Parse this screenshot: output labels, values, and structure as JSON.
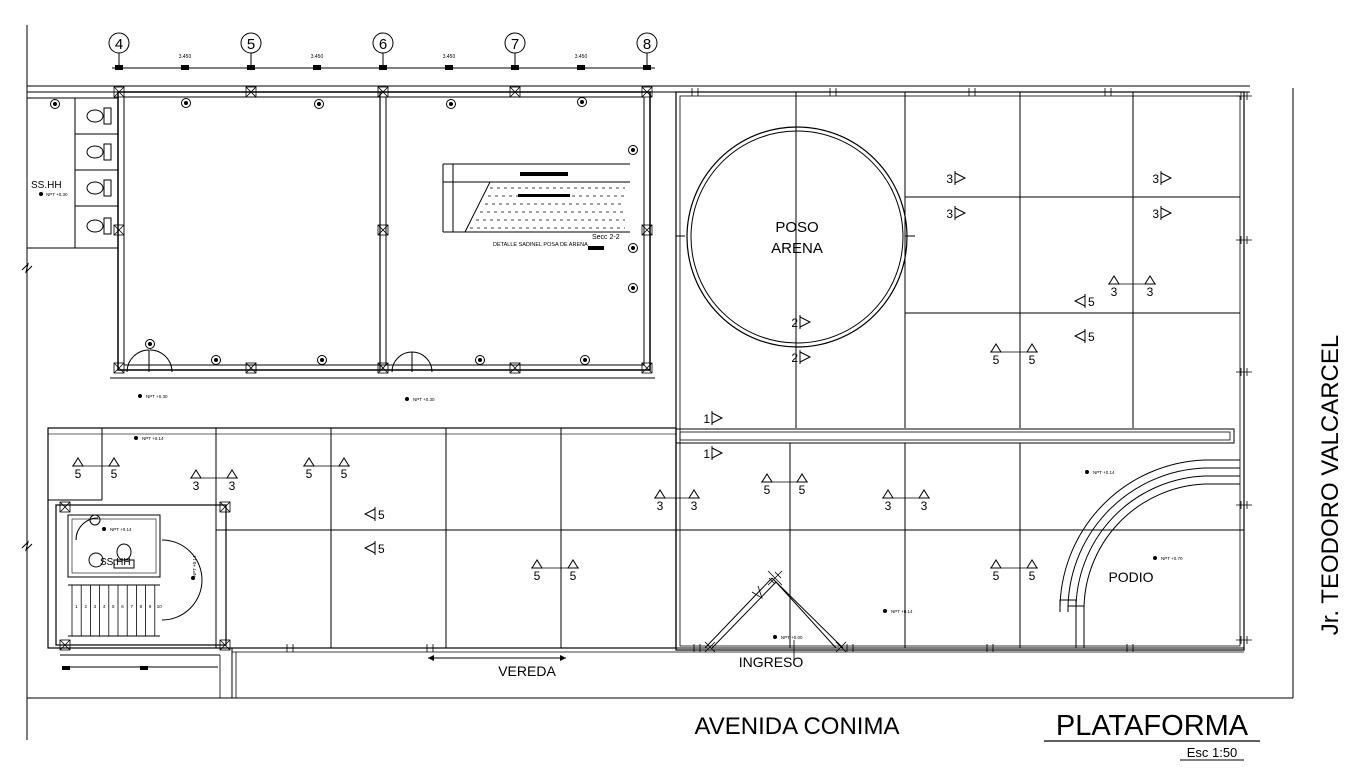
{
  "grid_axes": [
    "4",
    "5",
    "6",
    "7",
    "8"
  ],
  "axis_spacing": [
    "3.450",
    "3.450",
    "3.450",
    "3.450"
  ],
  "rooms": {
    "sshh_top": "SS.HH",
    "sshh_bottom": "SS.HH",
    "poso_line1": "POSO",
    "poso_line2": "ARENA",
    "podio": "PODIO"
  },
  "detail": {
    "section": "Secc 2-2",
    "caption": "DETALLE SADINEL POSA DE ARENA"
  },
  "levels": {
    "sshh_top": "NPT +0.30",
    "hall_left": "NPT +0.30",
    "hall_right": "NPT +0.30",
    "platform_left": "NPT +0.14",
    "sshh_bottom": "NPT +0.14",
    "stair": "NPT +0.14",
    "field_right": "NPT +0.14",
    "podio": "NPT +0.70",
    "plaza": "NPT +0.14",
    "ingreso": "NPT +0.00"
  },
  "streets": {
    "vereda": "VEREDA",
    "ingreso": "INGRESO",
    "avenida": "AVENIDA CONIMA",
    "jiron": "Jr. TEODORO VALCARCEL"
  },
  "sheet": {
    "title": "PLATAFORMA",
    "scale": "Esc 1:50"
  },
  "section_markers": [
    {
      "id": "m1",
      "label": "3",
      "dir": "right"
    },
    {
      "id": "m2",
      "label": "3",
      "dir": "right"
    },
    {
      "id": "m3",
      "label": "3",
      "dir": "right"
    },
    {
      "id": "m4",
      "label": "3",
      "dir": "right"
    },
    {
      "id": "m5",
      "label": "2",
      "dir": "right"
    },
    {
      "id": "m6",
      "label": "2",
      "dir": "right"
    },
    {
      "id": "m7",
      "label": "1",
      "dir": "right"
    },
    {
      "id": "m8",
      "label": "1",
      "dir": "right"
    },
    {
      "id": "m9",
      "label": "5",
      "dir": "left"
    },
    {
      "id": "m10",
      "label": "5",
      "dir": "left"
    },
    {
      "id": "m11",
      "label": "5",
      "dir": "left"
    },
    {
      "id": "m12",
      "label": "5",
      "dir": "left"
    }
  ],
  "elevation_pairs": [
    {
      "id": "p1",
      "label": "3"
    },
    {
      "id": "p2",
      "label": "5"
    },
    {
      "id": "p3",
      "label": "5"
    },
    {
      "id": "p4",
      "label": "3"
    },
    {
      "id": "p5",
      "label": "5"
    },
    {
      "id": "p6",
      "label": "3"
    },
    {
      "id": "p7",
      "label": "5"
    },
    {
      "id": "p8",
      "label": "3"
    },
    {
      "id": "p9",
      "label": "5"
    },
    {
      "id": "p10",
      "label": "5"
    },
    {
      "id": "p11",
      "label": "5"
    }
  ],
  "stair_steps": [
    "1",
    "2",
    "3",
    "4",
    "5",
    "6",
    "7",
    "8",
    "9",
    "10"
  ]
}
